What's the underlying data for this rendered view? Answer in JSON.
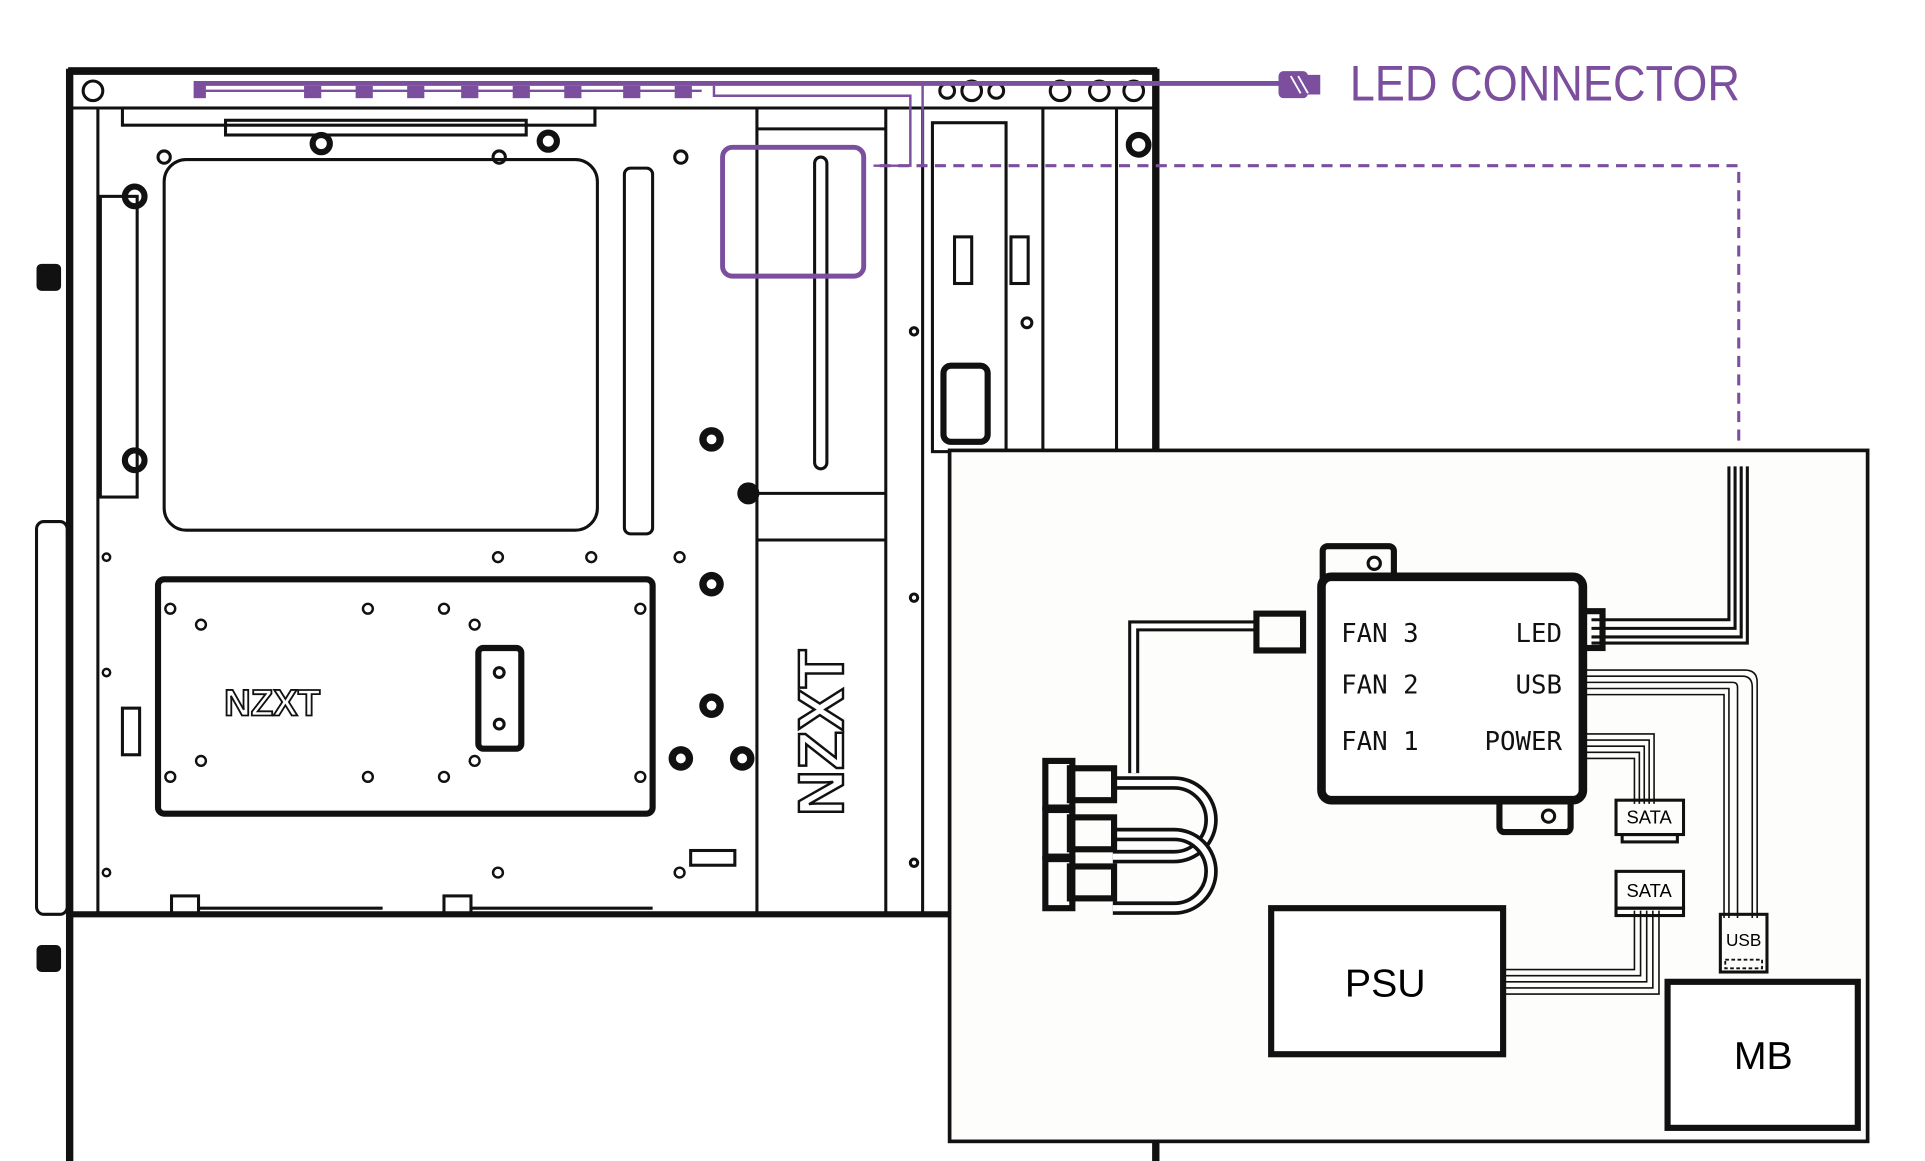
{
  "callout": {
    "label": "LED CONNECTOR",
    "color": "#7b4f9e"
  },
  "case": {
    "logo_plate": "NZXT",
    "logo_vertical": "NZXT"
  },
  "hub": {
    "left_ports": [
      "FAN 3",
      "FAN 2",
      "FAN 1"
    ],
    "right_ports": [
      "LED",
      "USB",
      "POWER"
    ]
  },
  "components": {
    "psu": "PSU",
    "mb": "MB",
    "sata_top": "SATA",
    "sata_bottom": "SATA",
    "usb": "USB"
  }
}
